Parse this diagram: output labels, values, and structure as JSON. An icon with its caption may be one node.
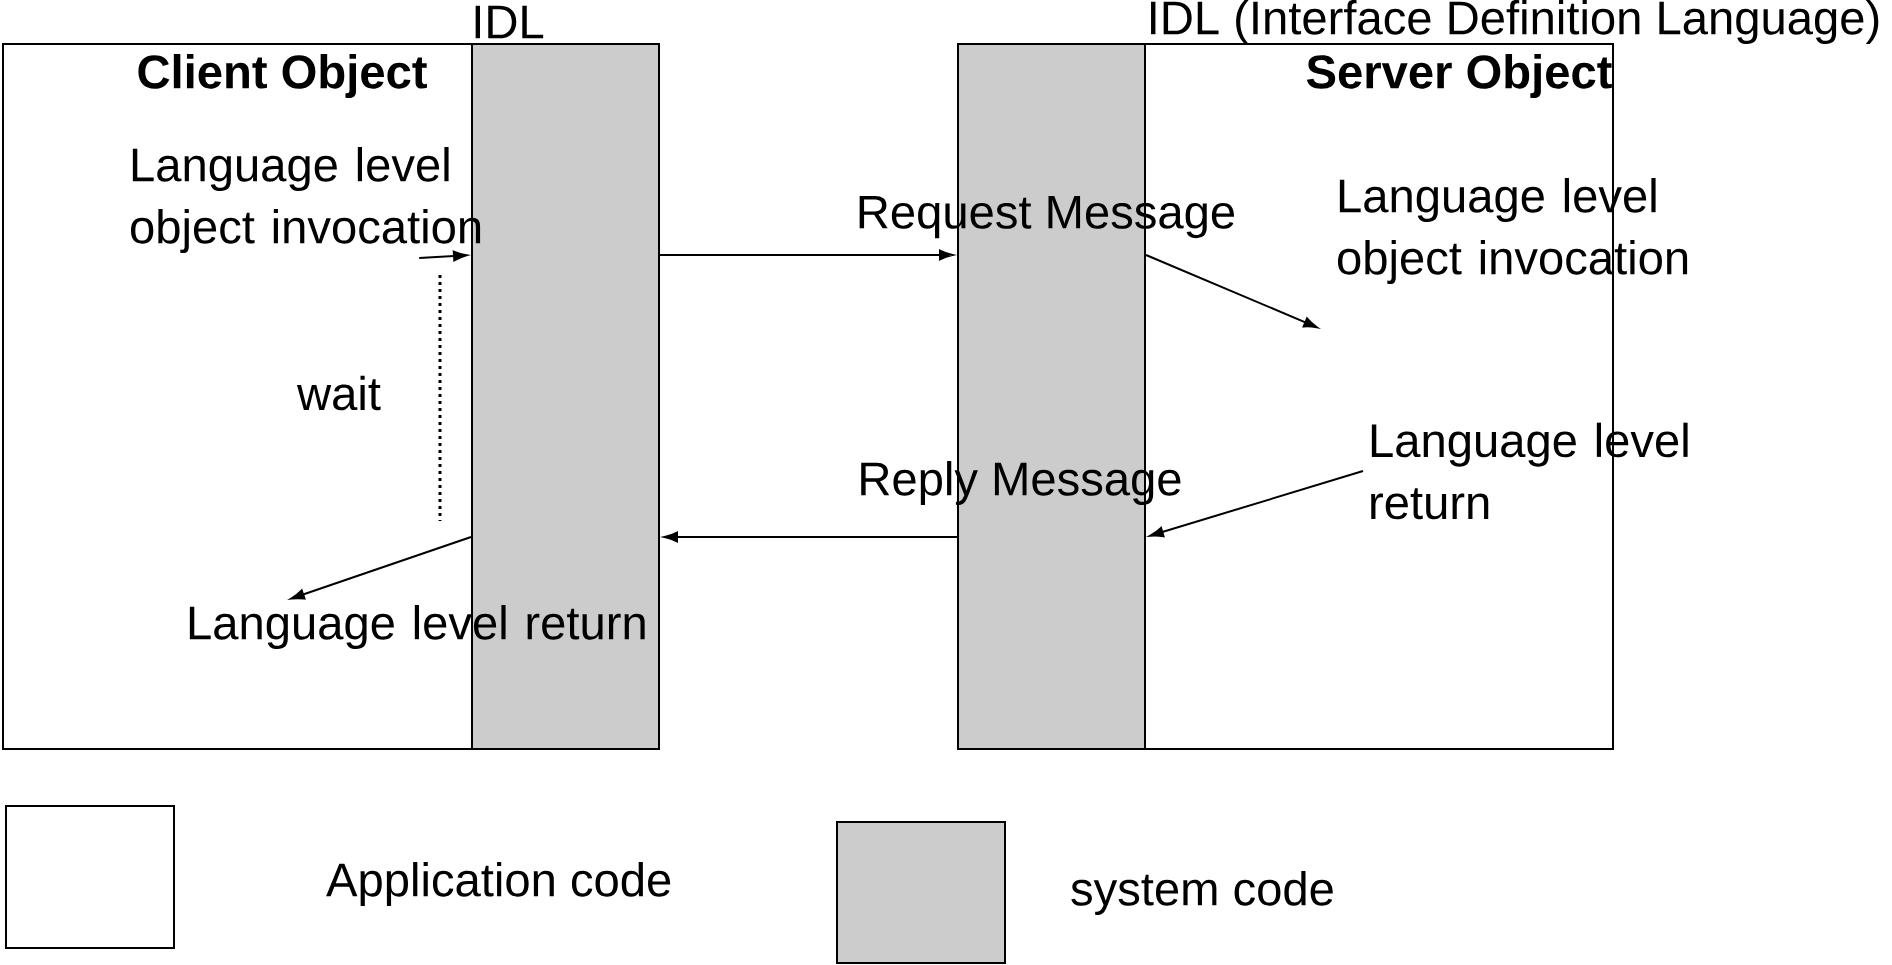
{
  "diagram": {
    "nodes": [
      {
        "text": [
          "Client Object"
        ]
      },
      {
        "text": [
          "IDL"
        ],
        "in": 0
      },
      {
        "text": [
          "Language level object invocation"
        ],
        "in": 0
      },
      {
        "text": [
          "Language level return"
        ],
        "in": 0
      },
      {
        "text": [
          "Server Object"
        ]
      },
      {
        "text": [],
        "shape": "bar",
        "in": 4
      },
      {
        "text": [
          "Language level object invocation"
        ],
        "in": 4
      },
      {
        "text": [
          "Language level return"
        ],
        "in": 4
      }
    ],
    "edges": [
      {
        "from": 2,
        "to": 1,
        "arrow": "to"
      },
      {
        "from": 1,
        "to": 5,
        "arrow": "to",
        "label": "Request Message"
      },
      {
        "from": 5,
        "to": 6,
        "arrow": "to"
      },
      {
        "from": 7,
        "to": 5,
        "arrow": "to"
      },
      {
        "from": 5,
        "to": 1,
        "arrow": "to",
        "label": "Reply Message"
      },
      {
        "from": 1,
        "to": 3,
        "arrow": "to"
      }
    ],
    "labels": [
      "IDL (Interface Definition Language)",
      "wait"
    ],
    "legend": [
      {
        "text": "Application code"
      },
      {
        "text": "system code",
        "color": "#cccccc"
      }
    ]
  }
}
